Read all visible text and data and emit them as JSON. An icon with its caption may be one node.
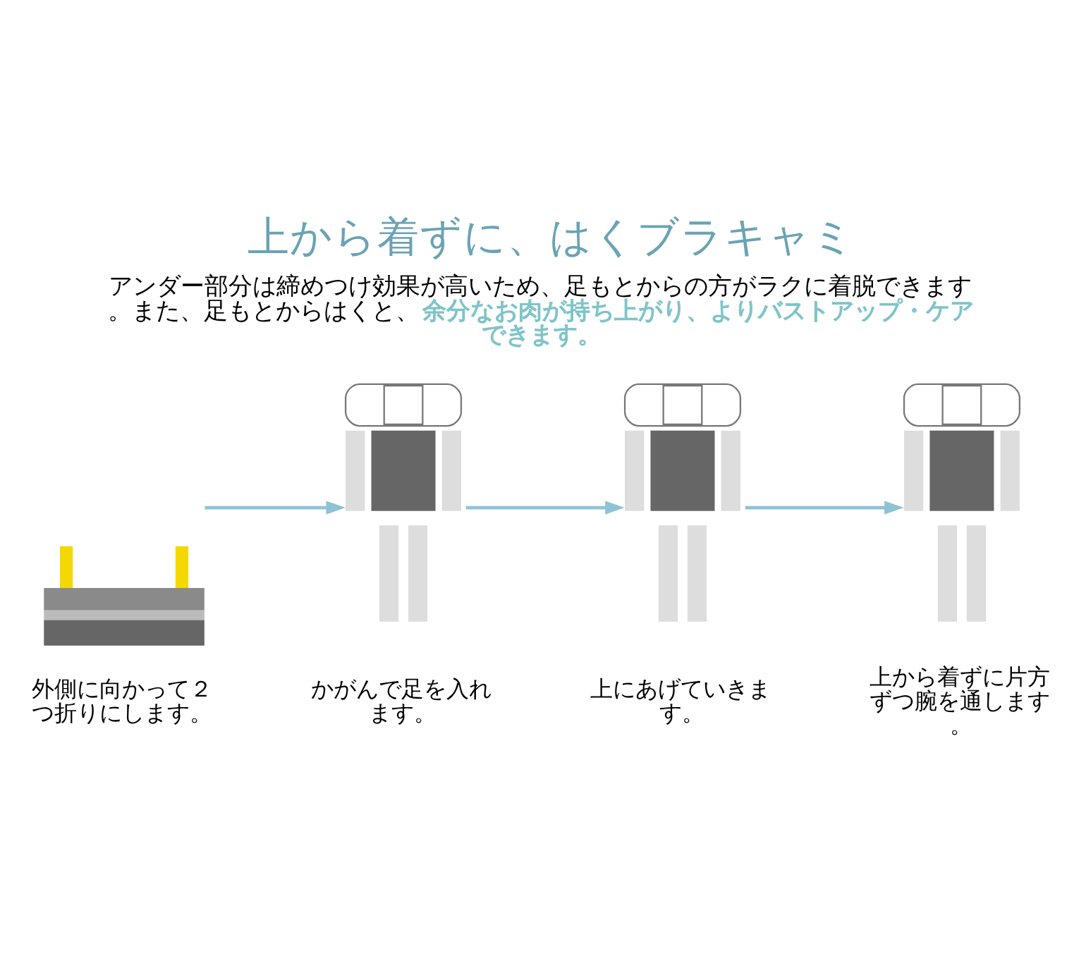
{
  "diagram": {
    "title": "上から着ずに、はくブラキャミ",
    "nodes": [
      {
        "text": [],
        "shape": "picture",
        "beside": [
          "外側に向かって２つ折りにします。"
        ]
      },
      {
        "text": [],
        "shape": "person",
        "beside": [
          "かがんで足を入れます。"
        ]
      },
      {
        "text": [],
        "shape": "person",
        "beside": [
          "上にあげていきます。"
        ]
      },
      {
        "text": [],
        "shape": "person",
        "beside": [
          "上から着ずに片方ずつ腕を通します。"
        ]
      }
    ],
    "edges": [
      {
        "from": 0,
        "to": 1,
        "arrow": "to"
      },
      {
        "from": 1,
        "to": 2,
        "arrow": "to"
      },
      {
        "from": 2,
        "to": 3,
        "arrow": "to"
      }
    ],
    "labels": [
      "アンダー部分は締めつけ効果が高いため、足もとからの方がラクに着脱できます。また、足もとからはくと、**余分なお肉が持ち上がり、よりバストアップ・ケアできます。**"
    ]
  }
}
